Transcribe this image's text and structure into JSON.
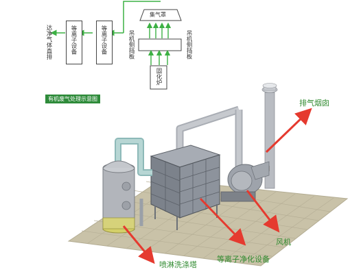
{
  "schematic": {
    "collector_label": "集气罩",
    "left_board_label": "吊机侧挡板",
    "right_board_label": "吊机侧挡板",
    "furnace_label": "固化炉",
    "plasma_label": "等离子设备",
    "plasma_label2": "等离子设备",
    "discharge_label": "达净气体直排"
  },
  "caption": "有机废气处理示意图",
  "callouts": {
    "chimney": "排气烟囱",
    "fan": "风机",
    "purifier": "等离子净化设备",
    "tower": "喷淋洗涤塔"
  },
  "colors": {
    "flow_green": "#3cb043",
    "caption_bg": "#2e8b3a",
    "callout_text": "#2f8a2f",
    "arrow_red": "#e53a2f",
    "floor": "#c9c2a8"
  }
}
